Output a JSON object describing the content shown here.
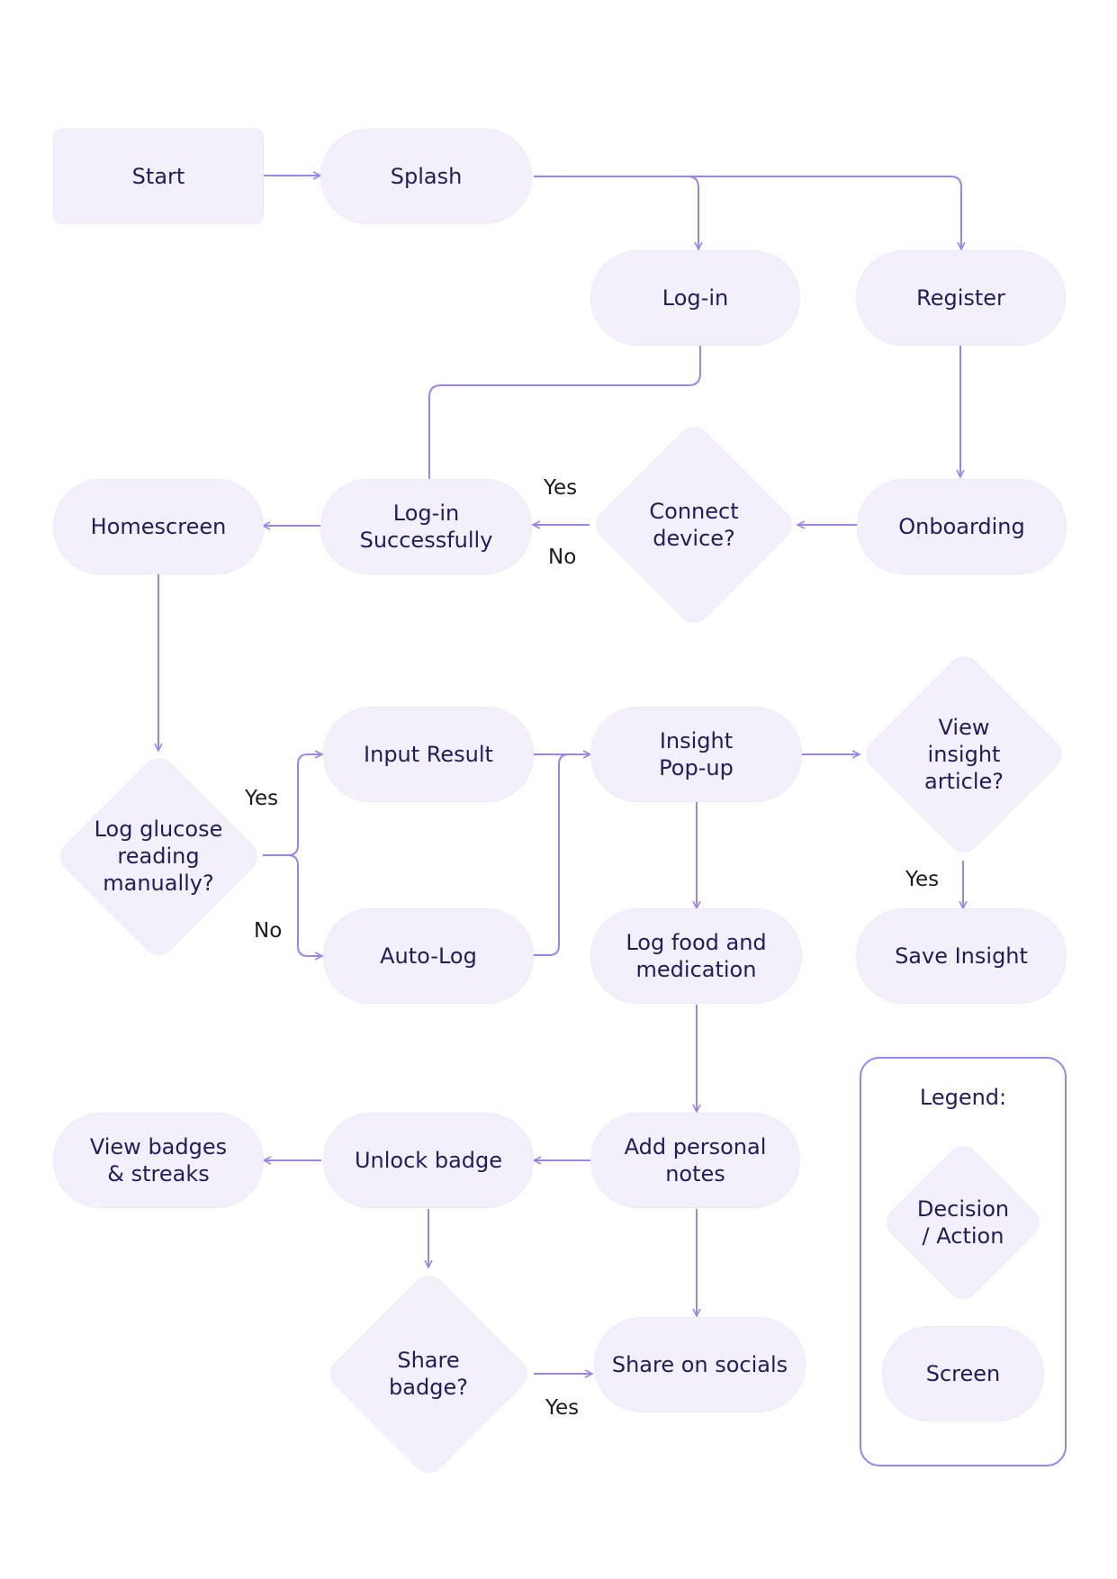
{
  "diagram": {
    "accent_color": "#9b83f0",
    "node_fill": "#f3f0fb",
    "text_color": "#221b5c",
    "nodes": {
      "start": "Start",
      "splash": "Splash",
      "login": "Log-in",
      "register": "Register",
      "homescreen": "Homescreen",
      "login_success": "Log-in\nSuccessfully",
      "connect_device": "Connect\ndevice?",
      "onboarding": "Onboarding",
      "input_result": "Input Result",
      "insight_popup": "Insight\nPop-up",
      "view_insight": "View\ninsight\narticle?",
      "log_glucose": "Log glucose\nreading\nmanually?",
      "auto_log": "Auto-Log",
      "log_food": "Log food and\nmedication",
      "save_insight": "Save Insight",
      "view_badges": "View badges\n& streaks",
      "unlock_badge": "Unlock badge",
      "add_notes": "Add personal\nnotes",
      "share_badge": "Share\nbadge?",
      "share_socials": "Share on socials"
    },
    "edge_labels": {
      "connect_yes": "Yes",
      "connect_no": "No",
      "glucose_yes": "Yes",
      "glucose_no": "No",
      "insight_yes": "Yes",
      "share_yes": "Yes"
    },
    "legend": {
      "title": "Legend:",
      "decision": "Decision\n/ Action",
      "screen": "Screen"
    }
  }
}
